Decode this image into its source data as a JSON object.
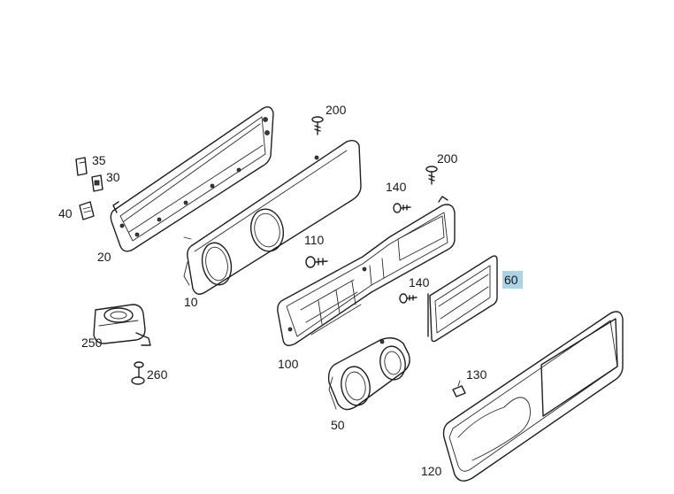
{
  "diagram": {
    "labels": {
      "p200a": "200",
      "p35": "35",
      "p30": "30",
      "p40": "40",
      "p20": "20",
      "p10": "10",
      "p200b": "200",
      "p140a": "140",
      "p110": "110",
      "p140b": "140",
      "p60": "60",
      "p250": "250",
      "p260": "260",
      "p100": "100",
      "p130": "130",
      "p50": "50",
      "p120": "120"
    },
    "highlight_color": "#a9d3e6"
  }
}
